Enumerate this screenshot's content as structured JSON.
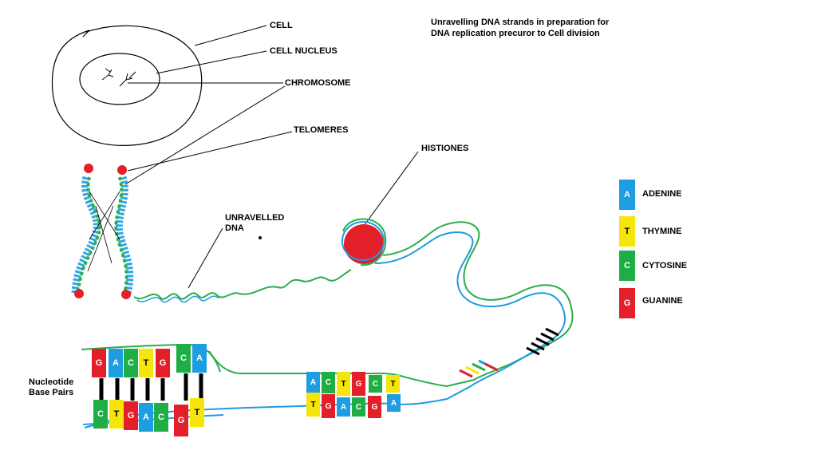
{
  "colors": {
    "A": "#1e9de0",
    "T": "#f5e50a",
    "C": "#1fae45",
    "G": "#e3202a",
    "strand_blue": "#1e9de0",
    "strand_green": "#2aae4a",
    "red": "#e3202a"
  },
  "title": [
    "Unravelling DNA strands in preparation for",
    "DNA replication precuror to Cell division"
  ],
  "labels": {
    "cell": "CELL",
    "nucleus": "CELL NUCLEUS",
    "chromosome": "CHROMOSOME",
    "telomeres": "TELOMERES",
    "histiones": "HISTIONES",
    "unravelled": [
      "UNRAVELLED",
      "DNA"
    ],
    "pairs": [
      "Nucleotide",
      "Base Pairs"
    ]
  },
  "legend": [
    {
      "letter": "A",
      "name": "ADENINE"
    },
    {
      "letter": "T",
      "name": "THYMINE"
    },
    {
      "letter": "C",
      "name": "CYTOSINE"
    },
    {
      "letter": "G",
      "name": "GUANINE"
    }
  ],
  "big_pairs": {
    "top": [
      "G",
      "A",
      "C",
      "T",
      "G",
      "C",
      "A"
    ],
    "bottom": [
      "C",
      "T",
      "G",
      "A",
      "C",
      "G",
      "T"
    ]
  },
  "small_pairs": {
    "top": [
      "A",
      "C",
      "T",
      "G",
      "C",
      "T"
    ],
    "bottom": [
      "T",
      "G",
      "A",
      "C",
      "G",
      "A"
    ]
  }
}
